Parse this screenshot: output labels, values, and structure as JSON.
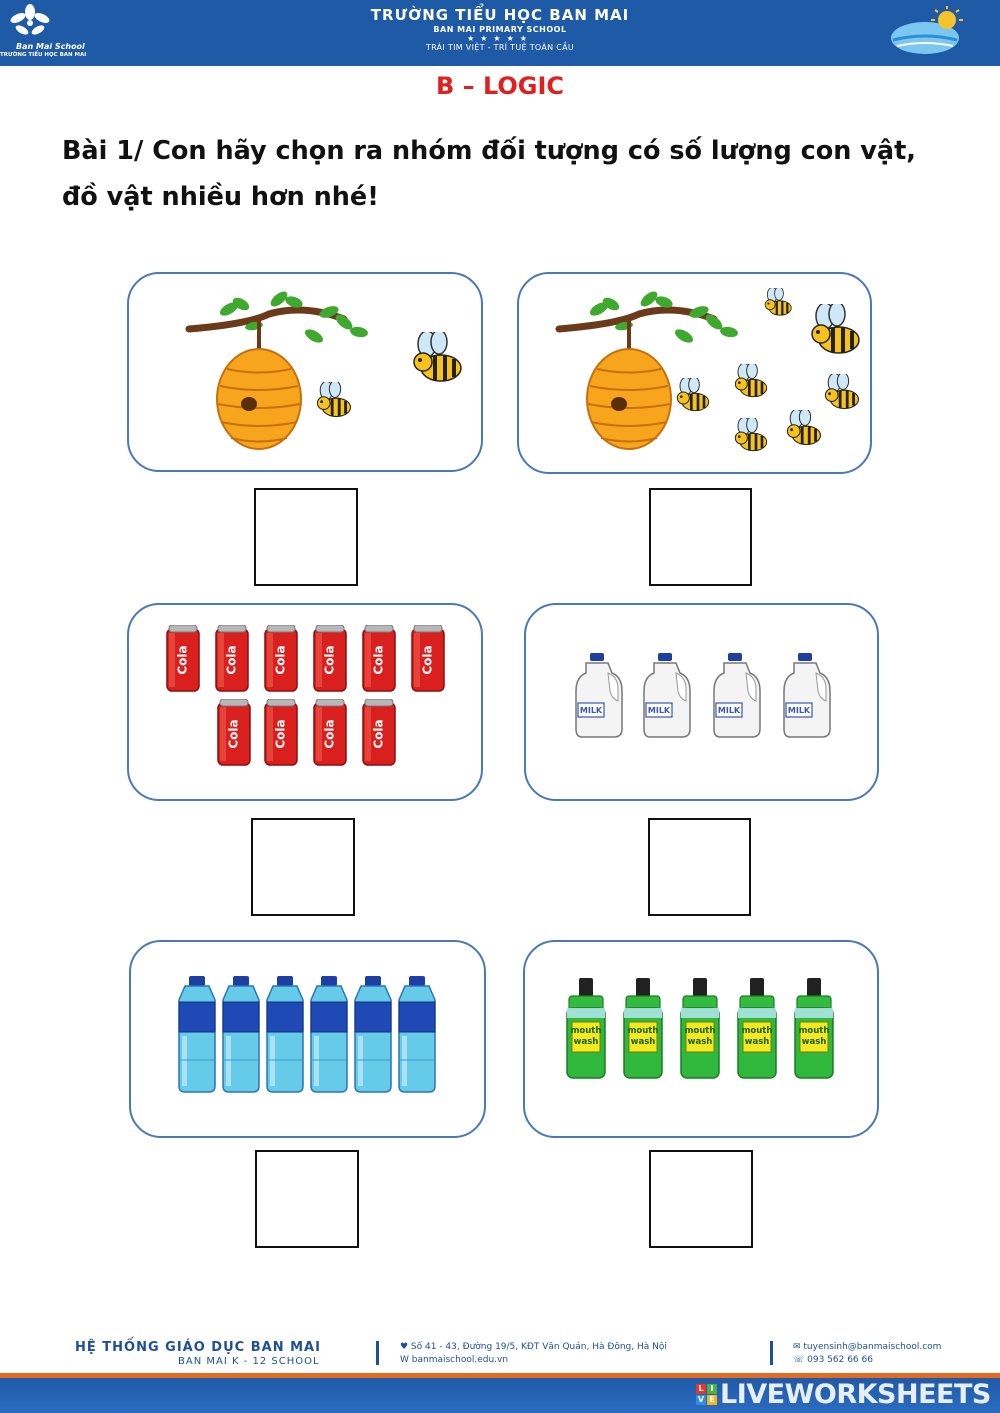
{
  "header": {
    "school_logo_line1": "Ban Mai School",
    "school_logo_line2": "TRƯỜNG TIỂU HỌC BAN MAI",
    "title": "TRƯỜNG TIỂU HỌC BAN MAI",
    "subtitle": "BAN MAI PRIMARY SCHOOL",
    "stars": "★★★★★",
    "motto": "TRÁI TIM VIỆT - TRÍ TUỆ TOÀN CẦU"
  },
  "section_title": "B – LOGIC",
  "question": "Bài 1/ Con hãy chọn ra nhóm đối tượng có số lượng con vật, đồ vật nhiều hơn nhé!",
  "groups": [
    {
      "item": "bee",
      "count": 2
    },
    {
      "item": "bee",
      "count": 7
    },
    {
      "item": "cola can",
      "count": 10,
      "label": "Cola"
    },
    {
      "item": "milk jug",
      "count": 4,
      "label": "MILK"
    },
    {
      "item": "water bottle",
      "count": 6
    },
    {
      "item": "mouthwash bottle",
      "count": 5,
      "label": [
        "mouth",
        "wash"
      ]
    }
  ],
  "colors": {
    "header_blue": "#1f5aa6",
    "title_red": "#e02020",
    "panel_border": "#4a78b8",
    "footer_orange": "#e46a1f"
  },
  "footer": {
    "brand": "HỆ THỐNG GIÁO DỤC BAN MAI",
    "brand_sub": "BAN MAI K - 12 SCHOOL",
    "address": "♥ Số 41 - 43, Đường 19/5, KĐT Văn Quán, Hà Đông, Hà Nội",
    "web": "W banmaischool.edu.vn",
    "email": "✉ tuyensinh@banmaischool.com",
    "phone": "☏ 093 562 66 66",
    "watermark": "LIVEWORKSHEETS",
    "watermark_mark": [
      "L",
      "I",
      "V",
      "E"
    ]
  }
}
